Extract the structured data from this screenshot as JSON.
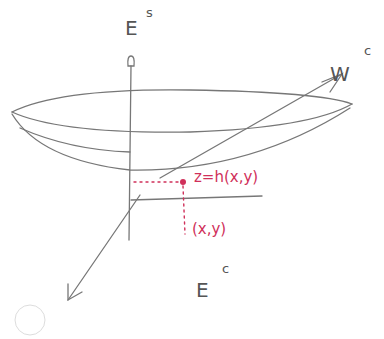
{
  "diagram": {
    "labels": [
      "E",
      "s",
      "W",
      "c",
      "E",
      "c",
      "z=h(x,y)",
      "(x,y)"
    ]
  }
}
